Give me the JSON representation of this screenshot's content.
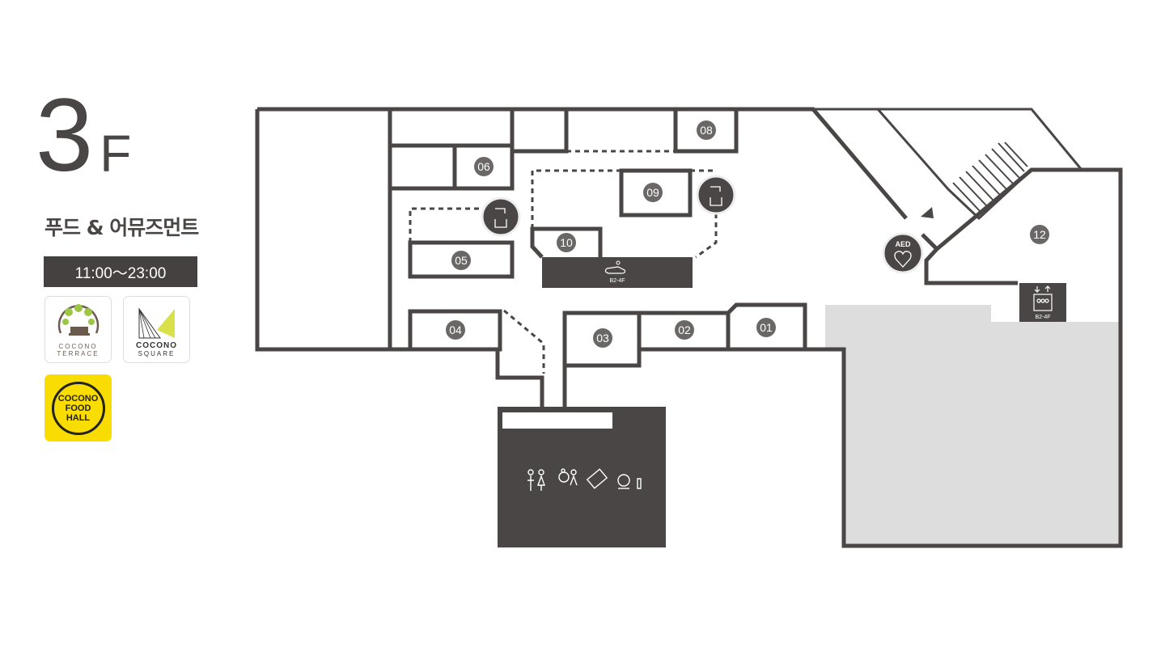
{
  "floor": {
    "number": "3",
    "suffix": "F"
  },
  "category": "푸드 & 어뮤즈먼트",
  "hours": "11:00～23:00",
  "logos": [
    {
      "name": "COCONO TERRACE",
      "line1": "COCONO",
      "line2": "TERRACE"
    },
    {
      "name": "COCONO SQUARE",
      "line1": "COCONO",
      "line2": "SQUARE"
    },
    {
      "name": "COCONO FOOD HALL",
      "line1": "COCONO",
      "line2": "FOOD",
      "line3": "HALL"
    }
  ],
  "stores": [
    "01",
    "02",
    "03",
    "04",
    "05",
    "06",
    "08",
    "09",
    "10",
    "12"
  ],
  "facilities": {
    "escalator_label": "B2-4F",
    "elevator_label": "B2-4F",
    "aed_label": "AED"
  },
  "colors": {
    "wall": "#4a4646",
    "badge": "#6b6767",
    "gray_area": "#dcdddc",
    "food_hall": "#f9dc00"
  }
}
